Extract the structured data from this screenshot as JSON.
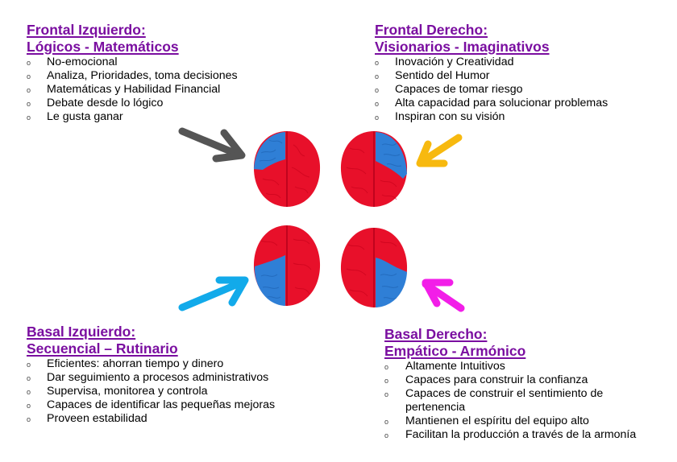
{
  "colors": {
    "title": "#7a0ea0",
    "brain_red": "#e8102a",
    "brain_blue": "#2f7fd6",
    "arrow_gray": "#555555",
    "arrow_yellow": "#f7b90f",
    "arrow_cyan": "#12aaea",
    "arrow_magenta": "#f21ee8"
  },
  "quadrants": {
    "frontal_izquierdo": {
      "title_line1": "Frontal Izquierdo:",
      "title_line2": "Lógicos - Matemáticos",
      "items": [
        "No-emocional",
        "Analiza, Prioridades, toma decisiones",
        "Matemáticas y Habilidad Financial",
        "Debate desde lo lógico",
        "Le gusta ganar"
      ]
    },
    "frontal_derecho": {
      "title_line1": "Frontal Derecho:",
      "title_line2": "Visionarios - Imaginativos",
      "items": [
        "Inovación y Creatividad",
        "Sentido del Humor",
        "Capaces de tomar riesgo",
        "Alta capacidad para solucionar problemas",
        "Inspiran con su visión"
      ]
    },
    "basal_izquierdo": {
      "title_line1": "Basal Izquierdo:",
      "title_line2": "Secuencial – Rutinario",
      "items": [
        "Eficientes: ahorran tiempo y dinero",
        "Dar seguimiento a procesos administrativos",
        "Supervisa, monitorea y controla",
        "Capaces de identificar las pequeñas mejoras",
        "Proveen estabilidad"
      ]
    },
    "basal_derecho": {
      "title_line1": "Basal Derecho:",
      "title_line2": "Empático - Armónico",
      "items": [
        "Altamente Intuitivos",
        "Capaces para construir la confianza",
        "Capaces de construir el sentimiento de pertenencia",
        "Mantienen el espíritu del equipo alto",
        "Facilitan la producción a través de la armonía"
      ]
    }
  },
  "bullet_glyph": "o",
  "brains": [
    {
      "id": "frontal-izquierdo",
      "highlight": "front-left"
    },
    {
      "id": "frontal-derecho",
      "highlight": "front-right"
    },
    {
      "id": "basal-izquierdo",
      "highlight": "back-left"
    },
    {
      "id": "basal-derecho",
      "highlight": "back-right"
    }
  ]
}
